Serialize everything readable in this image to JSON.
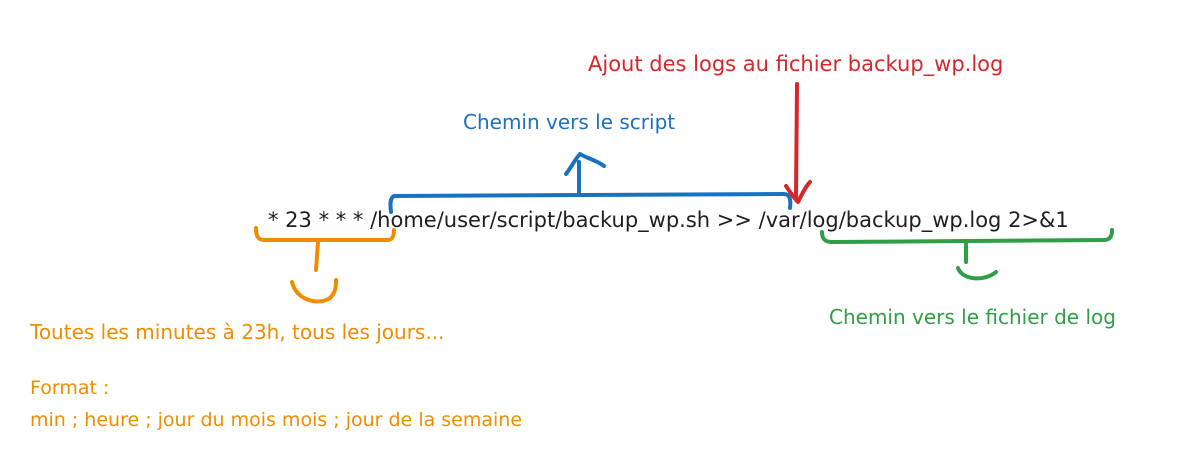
{
  "command": "* 23 * * * /home/user/script/backup_wp.sh >> /var/log/backup_wp.log 2>&1",
  "annotations": {
    "logs_append": "Ajout des logs au fichier backup_wp.log",
    "script_path": "Chemin vers le script",
    "log_file_path": "Chemin vers le fichier de log",
    "schedule": "Toutes les minutes à 23h, tous les jours...",
    "format_title": "Format :",
    "format_detail": "min ; heure ; jour du mois mois ; jour de la semaine"
  },
  "colors": {
    "text": "#1e1e1e",
    "red": "#d7262a",
    "blue": "#1971c2",
    "green": "#2f9e44",
    "orange": "#f08c00"
  }
}
